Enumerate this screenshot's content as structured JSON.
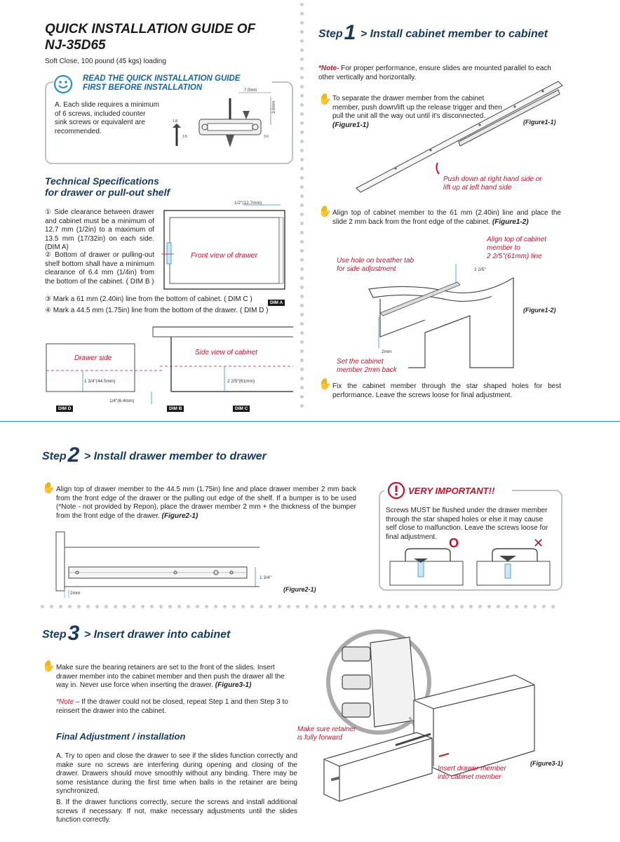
{
  "header": {
    "title_line1": "QUICK INSTALLATION GUIDE OF",
    "title_line2": "NJ-35D65",
    "subtitle": "Soft Close, 100 pound (45 kgs) loading"
  },
  "readguide": {
    "line1": "READ THE QUICK INSTALLATION GUIDE",
    "line2": "FIRST BEFORE INSTALLATION",
    "note": "A. Each slide requires a minimum of 6 screws, included counter sink screws or equivalent are recommended.",
    "dim_7mm": "7.0mm",
    "dim_3mm": "3.0mm",
    "dim_18": "1.8",
    "dim_35": "3.5",
    "dim_36": "3.6"
  },
  "tech": {
    "heading1": "Technical Specifications",
    "heading2": "for drawer or pull-out shelf",
    "item1": "① Side clearance between drawer and cabinet must be a minimum of 12.7 mm (1/2in) to a maximum of 13.5 mm (17/32in) on each side. (DIM A)",
    "item2": "② Bottom of drawer or pulling-out shelf bottom shall have a minimum clearance of 6.4 mm (1/4in) from the bottom of the cabinet. ( DIM B )",
    "item3": "③ Mark a 61 mm (2.40in) line from the bottom of cabinet. ( DIM C )",
    "item4": "④ Mark a 44.5 mm (1.75in) line from the bottom of the drawer. ( DIM D )",
    "front_label": "Front view of drawer",
    "dim_12_7": "1/2\"(12.7mm)",
    "drawer_side": "Drawer side",
    "cabinet_side": "Side view of cabinet",
    "dim_44_5": "1 3/4\"(44.5mm)",
    "dim_61": "2 2/5\"(61mm)",
    "dim_6_4": "1/4\"(6.4mm)",
    "dim_a": "DIM A",
    "dim_b": "DIM B",
    "dim_c": "DIM C",
    "dim_d": "DIM D"
  },
  "step1": {
    "label": "Step",
    "num": "1",
    "title": "> Install cabinet member to cabinet",
    "note_label": "*Note-",
    "note_text": " For proper performance, ensure slides are mounted parallel to each other vertically and horizontally.",
    "instr1": "To separate the drawer member from the cabinet member, push down/lift up the release trigger and then pull the unit all the way out until it's disconnected.",
    "instr1_fig": "(Figure1-1)",
    "fig1": "(Figure1-1)",
    "push_line1": "Push down at right hand side or",
    "push_line2": "lift up at left hand side",
    "instr2": "Align top of cabinet member to the 61 mm (2.40in) line and place the slide 2 mm back from the front edge of the cabinet.",
    "instr2_fig": "(Figure1-2)",
    "use_hole1": "Use hole on breather tab",
    "use_hole2": "for side adjustment",
    "align_top1": "Align top of cabinet",
    "align_top2": "member to",
    "align_top3": "2 2/5\"(61mm) line",
    "dim_225": "2 2/5\"",
    "fig2": "(Figure1-2)",
    "dim_2mm": "2mm",
    "set_back1": "Set the cabinet",
    "set_back2": "member 2mm back",
    "instr3": "Fix the cabinet member through the star shaped holes for best performance. Leave the screws loose for final adjustment."
  },
  "step2": {
    "label": "Step",
    "num": "2",
    "title": "> Install drawer member to drawer",
    "instr": "Align top of drawer member to the 44.5 mm (1.75in) line and place drawer member 2 mm back from the front edge of the drawer or the pulling out edge of the shelf. If a bumper is to be used (*Note - not provided by Repon), place the drawer member 2 mm + the thickness of the bumper from the front edge of the drawer.",
    "instr_fig": "(Figure2-1)",
    "dim_134": "1 3/4\"",
    "dim_2mm": "2mm",
    "fig": "(Figure2-1)",
    "important_title": "VERY IMPORTANT!!",
    "important_text": "Screws MUST be flushed under the drawer member through the star shaped holes or else it may cause self close to malfunction. Leave the screws loose for final adjustment.",
    "ok_mark": "O",
    "bad_mark": "✕"
  },
  "step3": {
    "label": "Step",
    "num": "3",
    "title": "> Insert drawer into cabinet",
    "instr": "Make sure the bearing retainers are set to the front of the slides. Insert drawer member into the cabinet member and then push the drawer all the way in. Never use force when inserting the drawer.",
    "instr_fig": "(Figure3-1)",
    "note_label": "*Note",
    "note_text": " – If the drawer could not be closed, repeat Step 1 and then Step 3 to reinsert the drawer into the cabinet.",
    "final_heading": "Final Adjustment / installation",
    "final_a": "A. Try to open and close the drawer to see if the slides function correctly and make sure no screws are interfering during opening and closing of the drawer. Drawers should move smoothly without any binding. There may be some resistance during the first time when balls in the retainer are being synchronized.",
    "final_b": "B. If the drawer functions correctly, secure the screws and install additional screws if necessary. If not, make necessary adjustments until the slides function correctly.",
    "retainer1": "Make sure retainer",
    "retainer2": "is fully forward",
    "insert1": "Insert drawer member",
    "insert2": "into cabinet member",
    "fig": "(Figure3-1)"
  },
  "colors": {
    "navy": "#163a5f",
    "blue": "#1565a8",
    "red": "#c8102e",
    "divider": "#2a8fc9"
  },
  "icons": [
    "smiley-icon",
    "hand-icon",
    "warning-icon"
  ]
}
